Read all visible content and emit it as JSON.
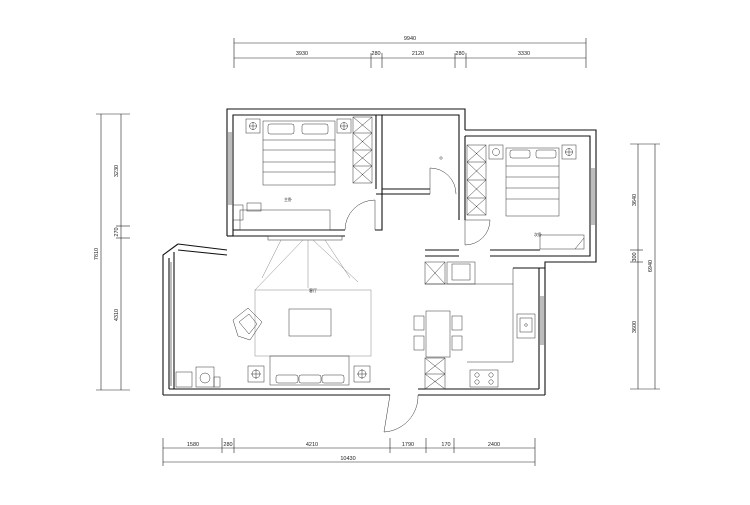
{
  "dimensions": {
    "top_total": "9940",
    "top_segments": [
      "3930",
      "280",
      "2120",
      "280",
      "3330"
    ],
    "bottom_total": "10430",
    "bottom_segments": [
      "1580",
      "280",
      "4210",
      "1790",
      "170",
      "2400"
    ],
    "left_total": "7810",
    "left_segments": [
      "3230",
      "270",
      "4310"
    ],
    "right_total": "6940",
    "right_segments": [
      "3640",
      "300",
      "3600"
    ]
  },
  "rooms": {
    "master_bedroom": "主卧",
    "second_bedroom": "次卧",
    "living_room": "客厅"
  },
  "corner_mark": "."
}
